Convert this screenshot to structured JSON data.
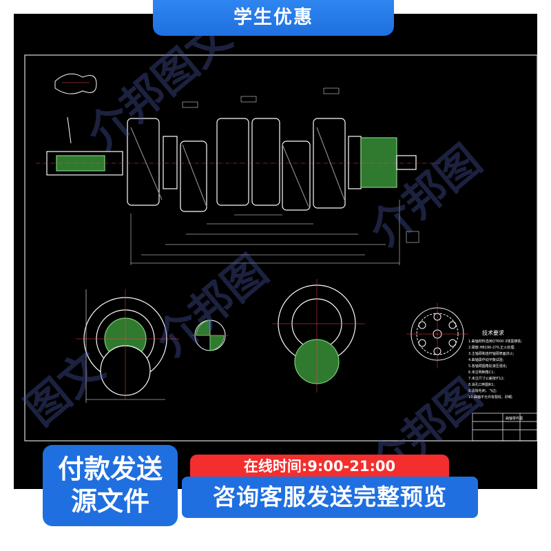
{
  "banner": {
    "student_offer": "学生优惠"
  },
  "pay_box": {
    "line1": "付款发送",
    "line2": "源文件"
  },
  "hours": {
    "label": "在线时间:9:00-21:00"
  },
  "consult": {
    "label": "咨询客服发送完整预览"
  },
  "drawing": {
    "tech_requirements_title": "技术要求",
    "tech_lines": [
      "1.曲轴材料选用QT600-3球墨铸铁;",
      "2.硬度:HB190-270,正火处理;",
      "3.主轴颈和连杆轴颈表面淬火;",
      "4.曲轴需作动平衡试验;",
      "5.各轴颈圆角处滚压强化;",
      "6.未注明倒角C1;",
      "7.未注尺寸公差按IT12;",
      "8.油孔口倒圆R1;",
      "9.清除毛刺、飞边;",
      "10.曲轴不允许有裂纹、砂眼;"
    ],
    "title_block_name": "曲轴零件图",
    "watermark": "介邦图文"
  },
  "colors": {
    "drawing_bg": "#000000",
    "line": "#ffffff",
    "hatch": "#3a9a3a",
    "dim": "#2c5cff",
    "accent": "#1f6fe0",
    "red": "#f42d2d"
  }
}
